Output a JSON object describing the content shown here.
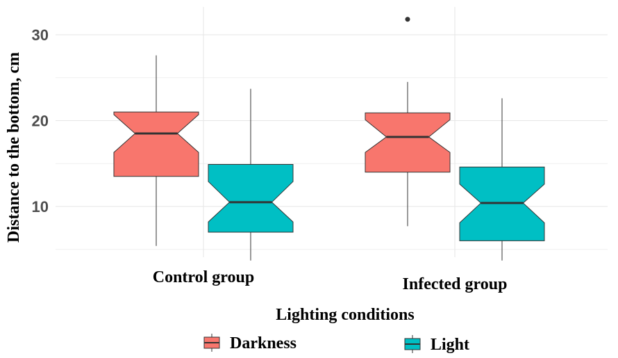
{
  "chart_data": {
    "type": "boxplot",
    "notched": true,
    "xlabel": "Lighting conditions",
    "ylabel": "Distance to the bottom, cm",
    "ylim": [
      3.5,
      33.5
    ],
    "yticks": [
      10,
      20,
      30
    ],
    "grid": true,
    "legend_position": "bottom",
    "categories": [
      "Control group",
      "Infected group"
    ],
    "series": [
      {
        "name": "Darkness",
        "color": "#F8766D",
        "boxes": [
          {
            "whisker_low": 5.4,
            "q1": 13.5,
            "median": 18.5,
            "q3": 21.0,
            "whisker_high": 27.6,
            "notch_low": 16.3,
            "notch_high": 20.7,
            "outliers": []
          },
          {
            "whisker_low": 7.7,
            "q1": 14.0,
            "median": 18.1,
            "q3": 20.9,
            "whisker_high": 24.5,
            "notch_low": 16.3,
            "notch_high": 20.1,
            "outliers": [
              31.8
            ]
          }
        ]
      },
      {
        "name": "Light",
        "color": "#00BFC4",
        "boxes": [
          {
            "whisker_low": 3.7,
            "q1": 7.0,
            "median": 10.5,
            "q3": 14.9,
            "whisker_high": 23.7,
            "notch_low": 8.2,
            "notch_high": 12.9,
            "outliers": []
          },
          {
            "whisker_low": 3.7,
            "q1": 6.0,
            "median": 10.4,
            "q3": 14.6,
            "whisker_high": 22.6,
            "notch_low": 8.1,
            "notch_high": 12.6,
            "outliers": []
          }
        ]
      }
    ]
  }
}
